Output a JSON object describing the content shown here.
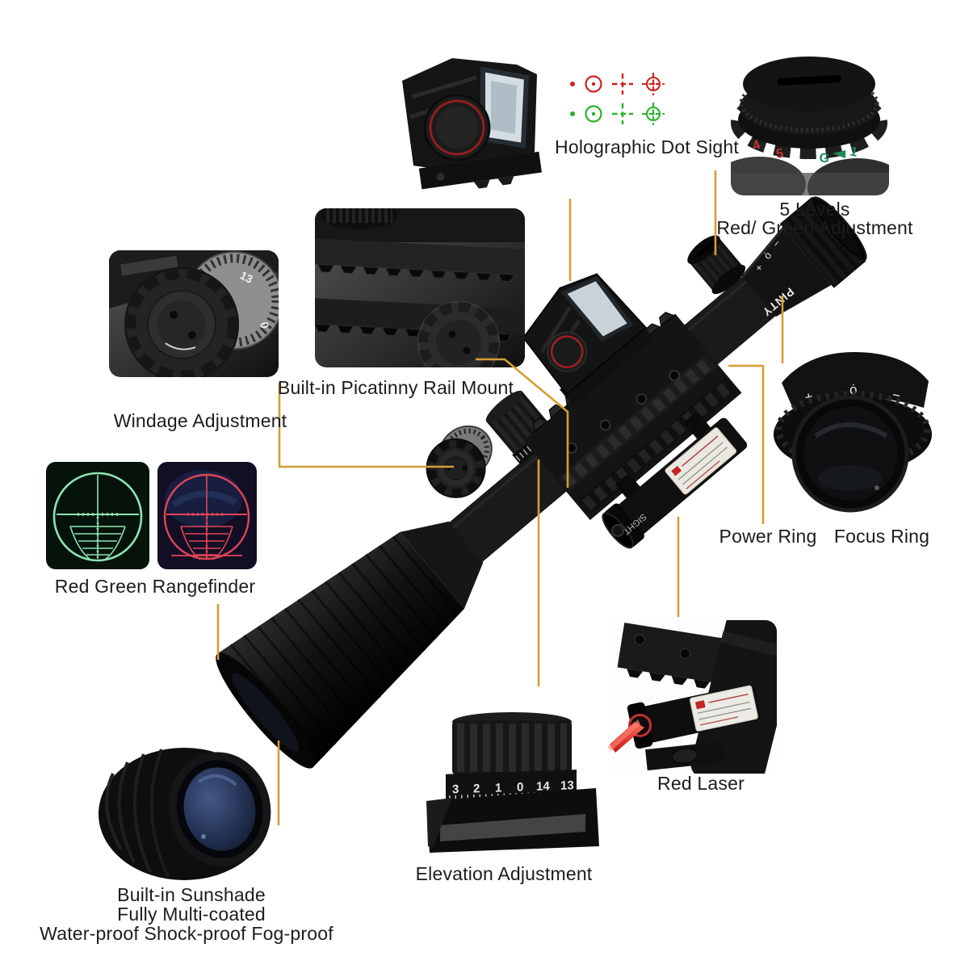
{
  "colors": {
    "callout_line": "#d59e33",
    "label_text": "#1c1c1c",
    "reticle_red": "#cf1f1f",
    "reticle_green": "#27b327",
    "rangefinder_green": "#8fe3af",
    "rangefinder_red": "#e04458",
    "laser_beam_red": "#e02020"
  },
  "callouts": {
    "holographic_dot_sight": "Holographic Dot Sight",
    "five_levels_line1": "5 Levels",
    "five_levels_line2": "Red/ Green Adjustment",
    "windage": "Windage Adjustment",
    "picatinny": "Built-in Picatinny Rail Mount",
    "rangefinder": "Red Green Rangefinder",
    "power_ring": "Power Ring",
    "focus_ring": "Focus Ring",
    "red_laser": "Red Laser",
    "elevation": "Elevation Adjustment",
    "sunshade_line1": "Built-in Sunshade",
    "sunshade_line2": "Fully Multi-coated",
    "sunshade_line3": "Water-proof Shock-proof Fog-proof"
  },
  "product": {
    "brand": "PINTY",
    "laser_body_text": "SIGHT",
    "eyepiece_markings": {
      "plus": "+",
      "zero": "ȯ",
      "minus": "−"
    }
  },
  "insets": {
    "elevation_dial_numbers": [
      "3",
      "2",
      "1",
      "0",
      "14",
      "13"
    ],
    "windage_dial_numbers": [
      "13",
      "0"
    ],
    "illumination_dial_marks": {
      "red_1": "4",
      "red_2": "5",
      "green_1": "G",
      "green_2": "1"
    }
  }
}
